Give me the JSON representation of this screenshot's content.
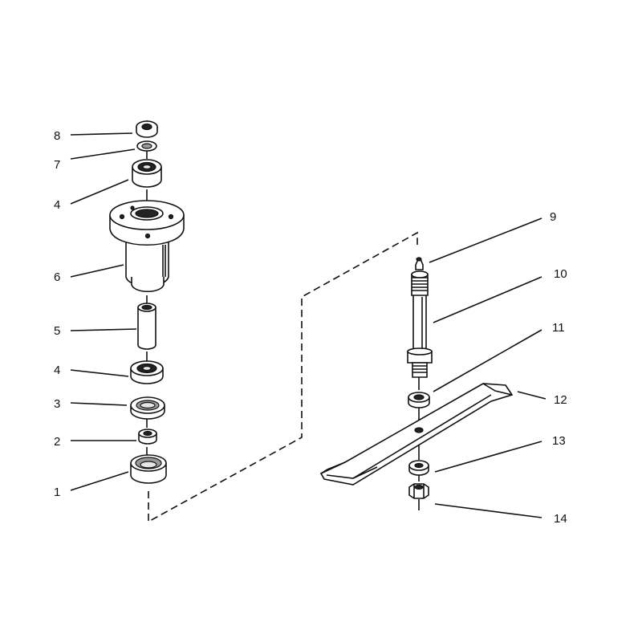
{
  "colors": {
    "ink": "#111111",
    "background": "#ffffff",
    "shade": "#9a9a9a"
  },
  "callouts": [
    {
      "id": "8",
      "text": "8"
    },
    {
      "id": "7",
      "text": "7"
    },
    {
      "id": "4a",
      "text": "4"
    },
    {
      "id": "6",
      "text": "6"
    },
    {
      "id": "5",
      "text": "5"
    },
    {
      "id": "4b",
      "text": "4"
    },
    {
      "id": "3",
      "text": "3"
    },
    {
      "id": "2",
      "text": "2"
    },
    {
      "id": "1",
      "text": "1"
    },
    {
      "id": "9",
      "text": "9"
    },
    {
      "id": "10",
      "text": "10"
    },
    {
      "id": "11",
      "text": "11"
    },
    {
      "id": "12",
      "text": "12"
    },
    {
      "id": "13",
      "text": "13"
    },
    {
      "id": "14",
      "text": "14"
    }
  ]
}
